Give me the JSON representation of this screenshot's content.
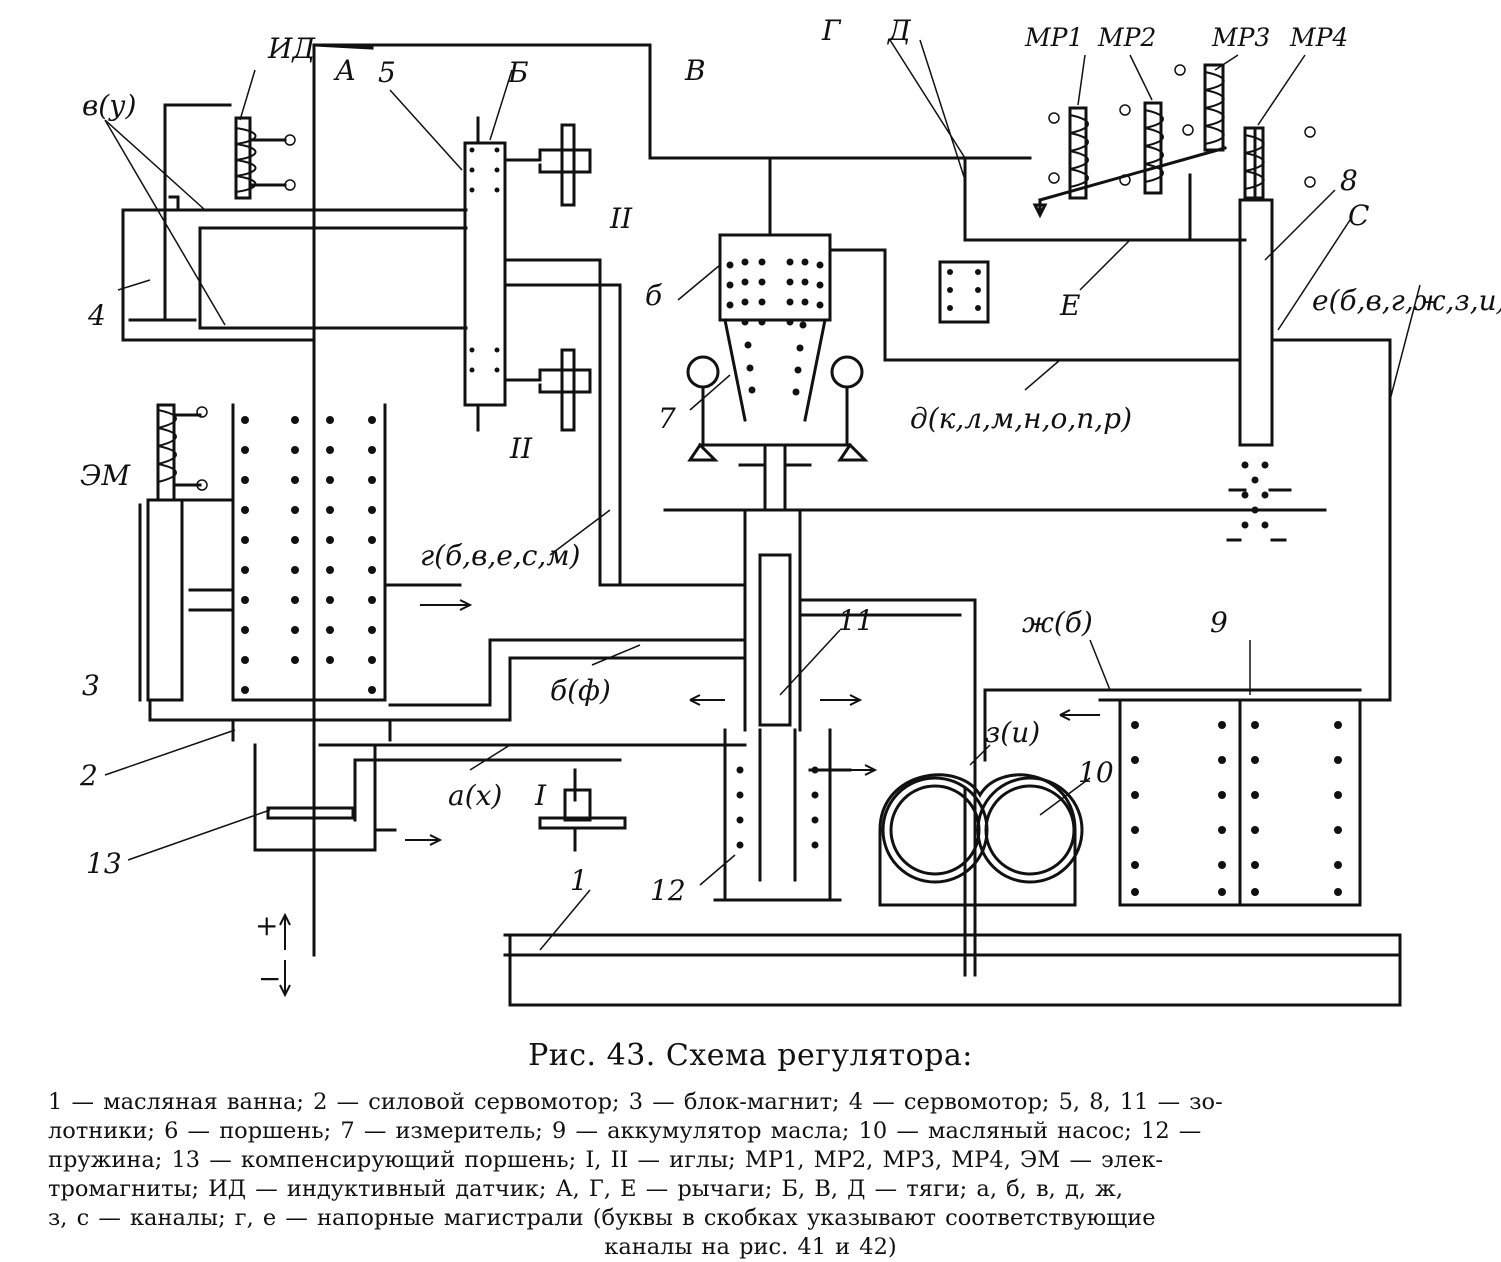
{
  "diagram": {
    "labels": {
      "ID": "ИД",
      "A": "А",
      "n5": "5",
      "B": "Б",
      "V": "В",
      "G": "Г",
      "D": "Д",
      "MP1": "МР1",
      "MP2": "МР2",
      "MP3": "МР3",
      "MP4": "МР4",
      "vy": "в(у)",
      "n4": "4",
      "II_top": "II",
      "II_bot": "II",
      "b6": "б",
      "E": "Е",
      "n8": "8",
      "C": "С",
      "e_ch": "е(б,в,г,ж,з,и)",
      "d_ch": "д(к,л,м,н,о,п,р)",
      "n7": "7",
      "EM": "ЭМ",
      "n3": "3",
      "g_ch": "г(б,в,е,с,м)",
      "zh": "ж(б)",
      "n9": "9",
      "n11": "11",
      "bf": "б(ф)",
      "zi": "з(и)",
      "n10": "10",
      "n2": "2",
      "ax": "а(х)",
      "I": "I",
      "n13": "13",
      "n12": "12",
      "n1": "1",
      "plus": "+",
      "minus": "−"
    }
  },
  "caption": {
    "title": "Рис. 43. Схема регулятора:",
    "lines": [
      "1 — масляная ванна; 2 — силовой сервомотор; 3 — блок-магнит; 4 — сервомотор; 5, 8, 11 — зо-",
      "лотники; 6 — поршень; 7 — измеритель; 9 — аккумулятор масла; 10 — масляный насос; 12 —",
      "пружина; 13 — компенсирующий поршень; I, II — иглы; МР1, МР2, МР3, МР4, ЭМ — элек-",
      "тромагниты; ИД — индуктивный датчик; А, Г, Е — рычаги; Б, В, Д — тяги; а, б, в, д, ж,",
      "з, с — каналы; г, е — напорные магистрали (буквы в скобках указывают соответствующие",
      "каналы на рис. 41 и 42)"
    ]
  }
}
